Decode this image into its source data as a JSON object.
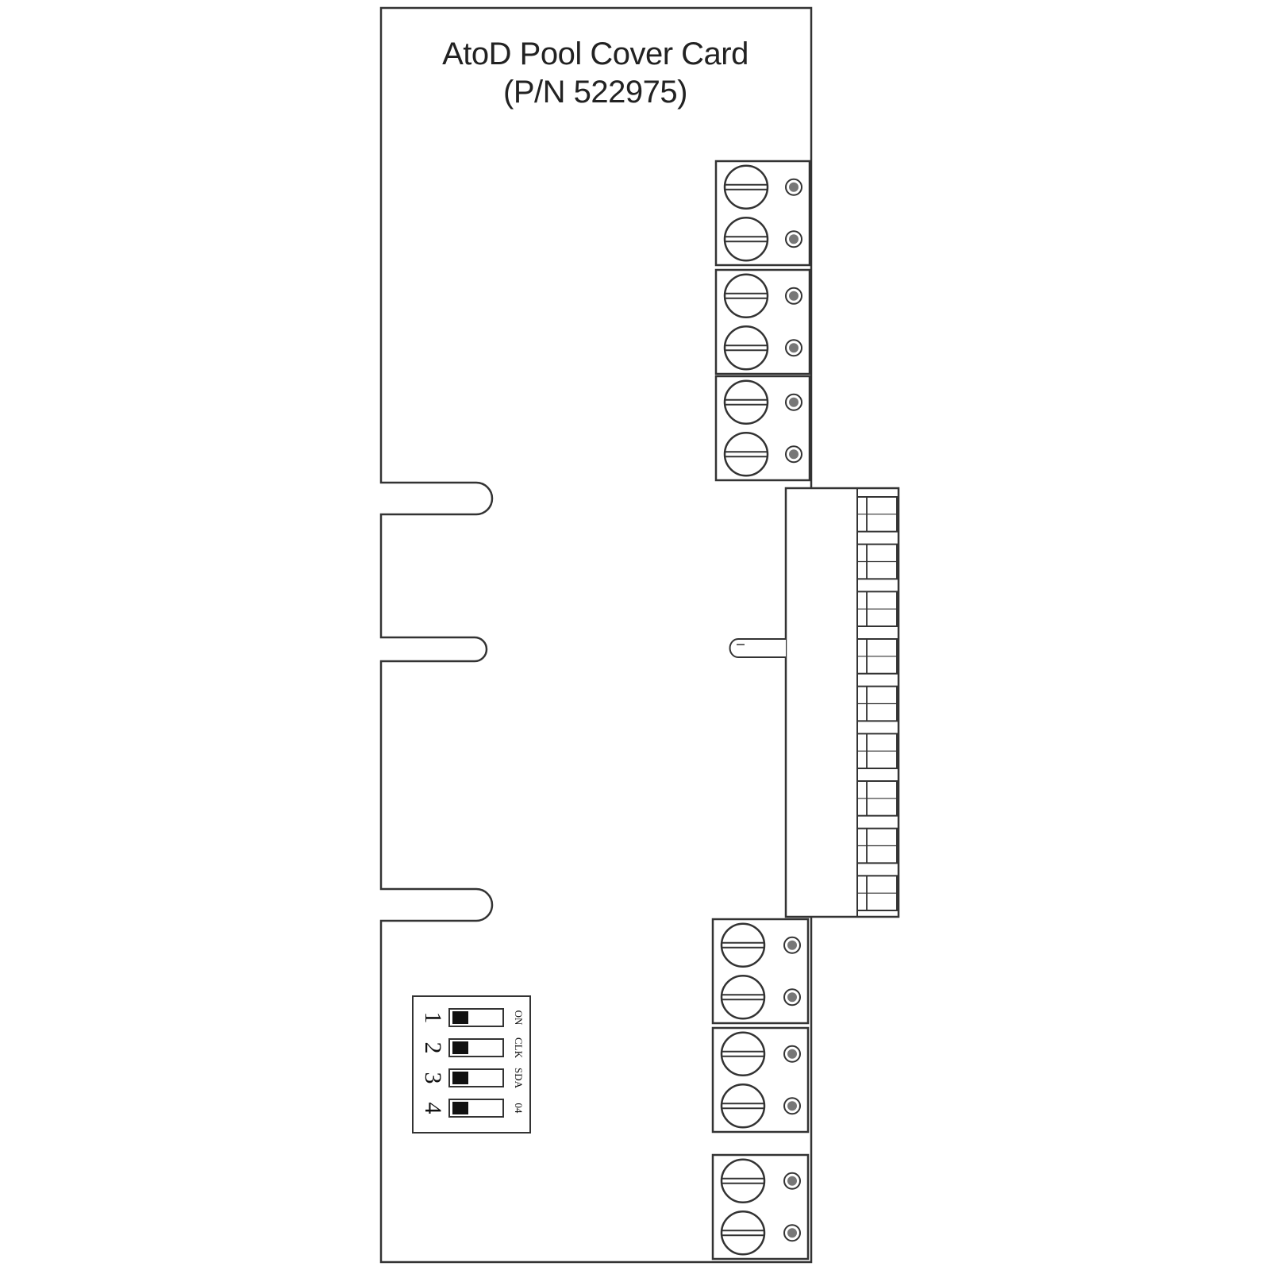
{
  "card": {
    "title_line1": "AtoD Pool Cover Card",
    "title_line2": "(P/N 522975)"
  },
  "terminal_blocks": {
    "upper_count": 3,
    "lower_count": 3,
    "screws_per_block": 2
  },
  "edge_connector": {
    "pin_count": 9
  },
  "dip_switch": {
    "switches": [
      {
        "number": "1",
        "label": "ON"
      },
      {
        "number": "2",
        "label": "CLK"
      },
      {
        "number": "3",
        "label": "SDA"
      },
      {
        "number": "4",
        "label": "04"
      }
    ]
  },
  "colors": {
    "line": "#333333",
    "background": "#ffffff"
  }
}
